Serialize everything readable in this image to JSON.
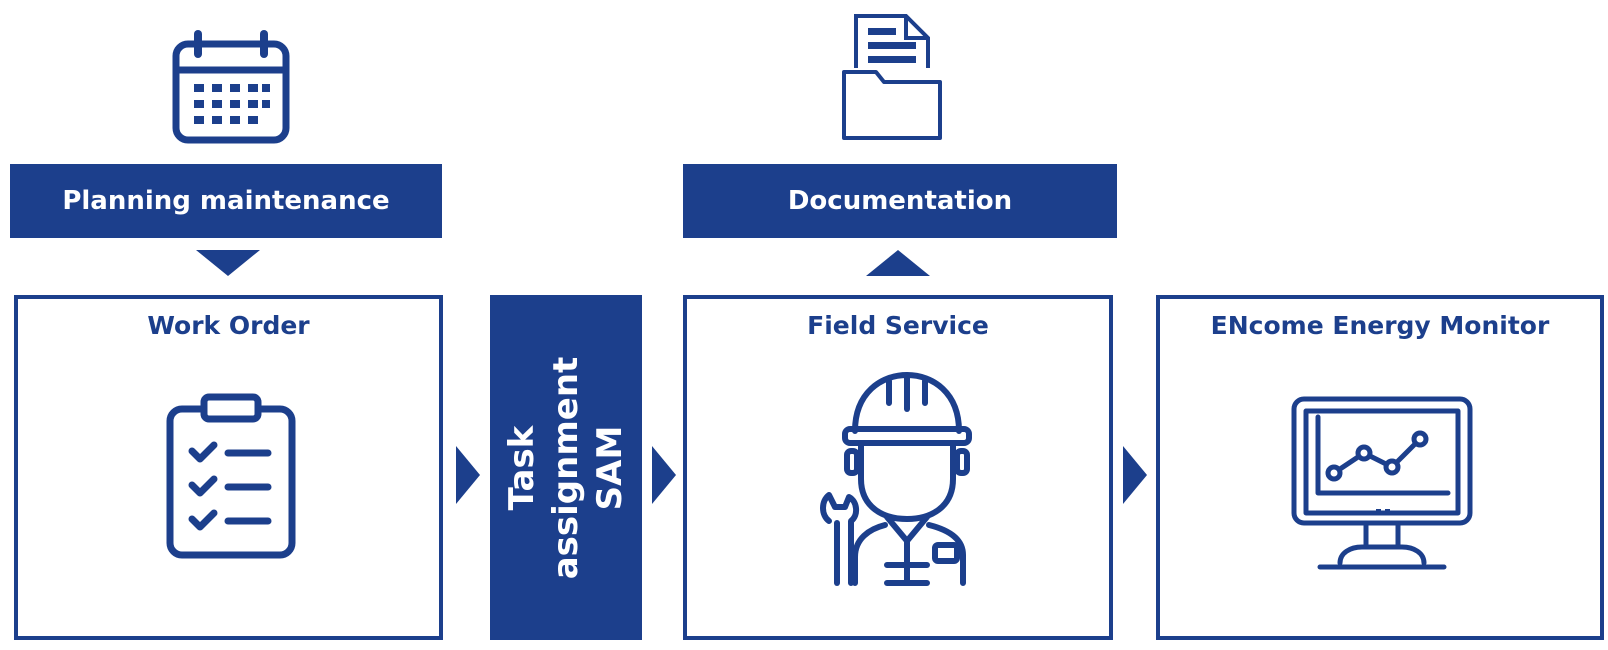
{
  "colors": {
    "primary": "#1c3f8c",
    "background": "#ffffff"
  },
  "top": {
    "planning_label": "Planning maintenance",
    "documentation_label": "Documentation"
  },
  "boxes": {
    "work_order": {
      "title": "Work Order",
      "icon": "clipboard-checklist-icon"
    },
    "field_service": {
      "title": "Field Service",
      "icon": "worker-with-wrench-icon"
    },
    "energy_monitor": {
      "title": "ENcome Energy Monitor",
      "icon": "monitor-line-chart-icon"
    }
  },
  "task_bar": {
    "line1": "Task",
    "line2": "assignment",
    "line3": "SAM"
  }
}
